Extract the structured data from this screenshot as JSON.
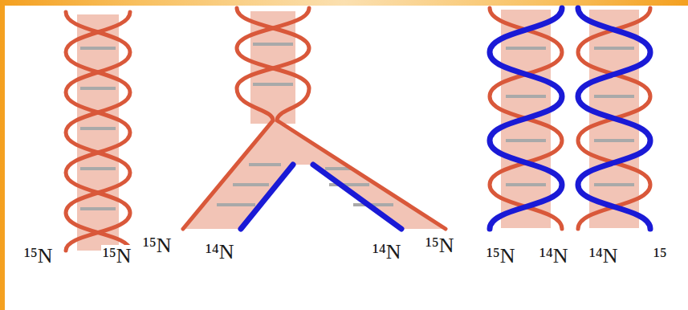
{
  "diagram": {
    "labels": [
      "¹⁵N",
      "¹⁵N",
      "¹⁵N",
      "¹⁴N",
      "¹⁴N",
      "¹⁵N",
      "¹⁵N",
      "¹⁴N",
      "¹⁴N",
      "¹⁵"
    ]
  }
}
